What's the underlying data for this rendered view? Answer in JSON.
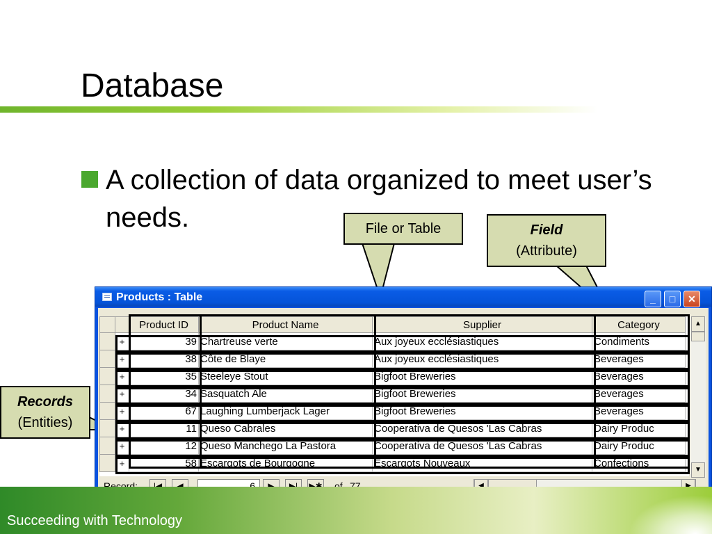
{
  "slide": {
    "title": "Database",
    "bullet": "A collection of data organized to meet user’s needs.",
    "footer": "Succeeding with Technology"
  },
  "callouts": {
    "file_table": "File or Table",
    "field_title": "Field",
    "field_sub": "(Attribute)",
    "records_title": "Records",
    "records_sub": "(Entities)"
  },
  "window": {
    "title": "Products : Table",
    "columns": [
      "Product ID",
      "Product Name",
      "Supplier",
      "Category"
    ],
    "rows": [
      {
        "expand": "+",
        "id": "39",
        "name": "Chartreuse verte",
        "supplier": "Aux joyeux ecclésiastiques",
        "category": "Condiments"
      },
      {
        "expand": "+",
        "id": "38",
        "name": "Côte de Blaye",
        "supplier": "Aux joyeux ecclésiastiques",
        "category": "Beverages"
      },
      {
        "expand": "+",
        "id": "35",
        "name": "Steeleye Stout",
        "supplier": "Bigfoot Breweries",
        "category": "Beverages"
      },
      {
        "expand": "+",
        "id": "34",
        "name": "Sasquatch Ale",
        "supplier": "Bigfoot Breweries",
        "category": "Beverages"
      },
      {
        "expand": "+",
        "id": "67",
        "name": "Laughing Lumberjack Lager",
        "supplier": "Bigfoot Breweries",
        "category": "Beverages"
      },
      {
        "expand": "+",
        "id": "11",
        "name": "Queso Cabrales",
        "supplier": "Cooperativa de Quesos 'Las Cabras",
        "category": "Dairy Produc"
      },
      {
        "expand": "+",
        "id": "12",
        "name": "Queso Manchego La Pastora",
        "supplier": "Cooperativa de Quesos 'Las Cabras",
        "category": "Dairy Produc"
      },
      {
        "expand": "+",
        "id": "58",
        "name": "Escargots de Bourgogne",
        "supplier": "Escargots Nouveaux",
        "category": "Confections"
      }
    ],
    "nav": {
      "record_label": "Record:",
      "current": "6",
      "of_label": "of",
      "total": "77"
    }
  }
}
